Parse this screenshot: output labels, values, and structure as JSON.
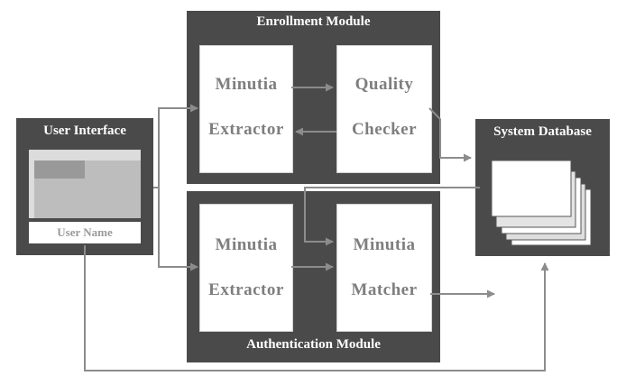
{
  "enrollment": {
    "title": "Enrollment Module",
    "extractor": [
      "Minutia",
      "Extractor"
    ],
    "checker": [
      "Quality",
      "Checker"
    ]
  },
  "authentication": {
    "title": "Authentication Module",
    "extractor": [
      "Minutia",
      "Extractor"
    ],
    "matcher": [
      "Minutia",
      "Matcher"
    ]
  },
  "user_interface": {
    "title": "User Interface",
    "field_label": "User Name"
  },
  "database": {
    "title": "System Database"
  },
  "colors": {
    "module_fill": "#4a4a4a",
    "arrow": "#8c8c8c",
    "inner_text": "#7e7e7e"
  }
}
